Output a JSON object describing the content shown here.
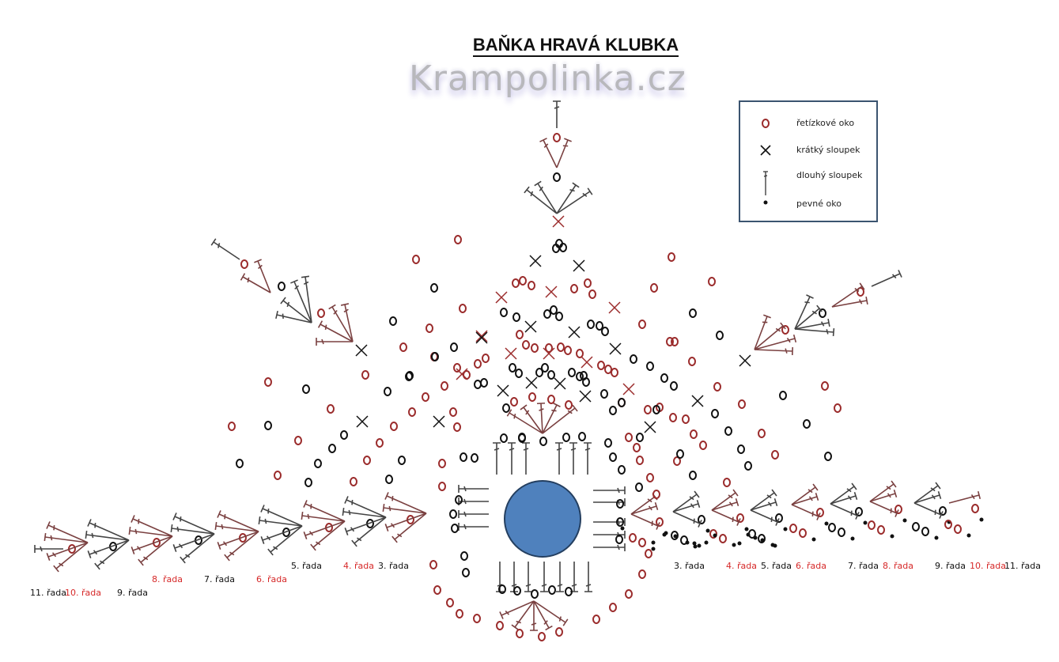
{
  "title": "BAŇKA HRAVÁ KLUBKA",
  "watermark": "Krampolinka.cz",
  "colors": {
    "red": "#9b2c2c",
    "brownline": "#7a4040",
    "black": "#111111",
    "greyline": "#444444",
    "center_fill": "#4f81bd",
    "center_stroke": "#243f60",
    "legend_border": "#3b5470",
    "label_red": "#d62828"
  },
  "legend": {
    "items": [
      {
        "symbol": "chain-circle",
        "label": "řetízkové oko"
      },
      {
        "symbol": "cross",
        "label": "krátký sloupek"
      },
      {
        "symbol": "tall-stitch",
        "label": "dlouhý sloupek"
      },
      {
        "symbol": "dot",
        "label": "pevné oko"
      }
    ]
  },
  "row_labels": [
    {
      "text": "11. řada",
      "color": "black",
      "side": "left"
    },
    {
      "text": "10. řada",
      "color": "red",
      "side": "left"
    },
    {
      "text": "9. řada",
      "color": "black",
      "side": "left"
    },
    {
      "text": "8. řada",
      "color": "red",
      "side": "left"
    },
    {
      "text": "7. řada",
      "color": "black",
      "side": "left"
    },
    {
      "text": "6. řada",
      "color": "red",
      "side": "left"
    },
    {
      "text": "5. řada",
      "color": "black",
      "side": "left"
    },
    {
      "text": "4. řada",
      "color": "red",
      "side": "left"
    },
    {
      "text": "3. řada",
      "color": "black",
      "side": "left"
    },
    {
      "text": "3. řada",
      "color": "black",
      "side": "right"
    },
    {
      "text": "4. řada",
      "color": "red",
      "side": "right"
    },
    {
      "text": "5. řada",
      "color": "black",
      "side": "right"
    },
    {
      "text": "6. řada",
      "color": "red",
      "side": "right"
    },
    {
      "text": "7. řada",
      "color": "black",
      "side": "right"
    },
    {
      "text": "8. řada",
      "color": "red",
      "side": "right"
    },
    {
      "text": "9. řada",
      "color": "black",
      "side": "right"
    },
    {
      "text": "10. řada",
      "color": "red",
      "side": "right"
    },
    {
      "text": "11. řada",
      "color": "black",
      "side": "right"
    }
  ],
  "center": {
    "shape": "magic-ring",
    "label": ""
  }
}
